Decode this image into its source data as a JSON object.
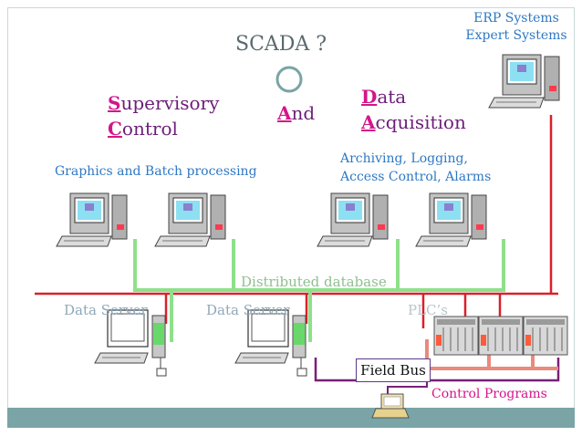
{
  "slide": {
    "title": "SCADA ?",
    "erp": [
      "ERP Systems",
      "Expert Systems"
    ],
    "supervisory": {
      "initial": "S",
      "rest": "upervisory"
    },
    "control": {
      "initial": "C",
      "rest": "ontrol"
    },
    "and": {
      "initial": "A",
      "rest": "nd"
    },
    "data": {
      "initial": "D",
      "rest": "ata"
    },
    "acquisition": {
      "initial": "A",
      "rest": "cquisition"
    },
    "graphics_label": "Graphics and Batch processing",
    "archiving_label": [
      "Archiving, Logging,",
      "Access Control, Alarms"
    ],
    "distributed_db_label": "Distributed database",
    "data_server_1": "Data Server",
    "data_server_2": "Data Server",
    "plcs_label": "PLC’s",
    "field_bus_label": "Field Bus",
    "control_programs_label": "Control Programs"
  },
  "colors": {
    "network_red": "#d9202a",
    "distributed_green": "#8fe08a",
    "field_bus_purple": "#7a1f7a",
    "plc_bus_orange": "#e98a7c",
    "footer_teal": "#7aa4a6",
    "accent_magenta": "#d4158a",
    "text_purple": "#6c1f79",
    "text_blue": "#2e78c4"
  },
  "icons": [
    "desktop-computer-icon",
    "plc-rack-icon",
    "laptop-icon",
    "circle-connector-icon"
  ]
}
